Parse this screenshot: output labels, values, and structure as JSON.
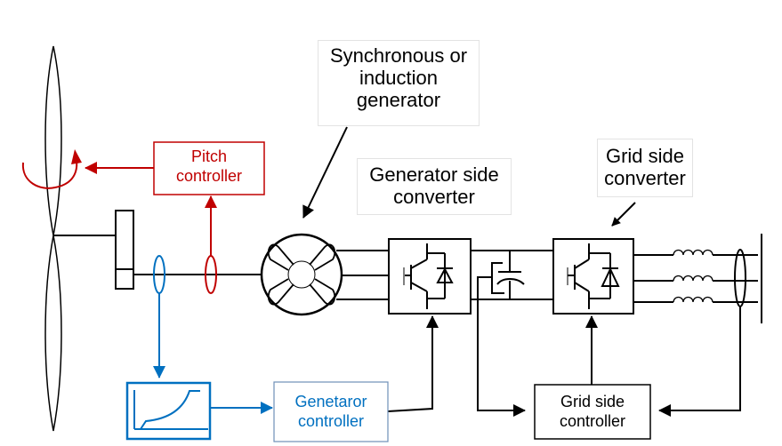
{
  "labels": {
    "generator_type": [
      "Synchronous or",
      "induction",
      "generator"
    ],
    "generator_side_converter": [
      "Generator side",
      "converter"
    ],
    "grid_side_converter": [
      "Grid side",
      "converter"
    ],
    "pitch_controller": [
      "Pitch",
      "controller"
    ],
    "generator_controller": [
      "Genetaror",
      "controller"
    ],
    "grid_side_controller": [
      "Grid side",
      "controller"
    ]
  },
  "colors": {
    "main": "#000000",
    "pitch": "#c00000",
    "generator_control": "#0070c0",
    "callout_border": "#e3e3e3"
  }
}
